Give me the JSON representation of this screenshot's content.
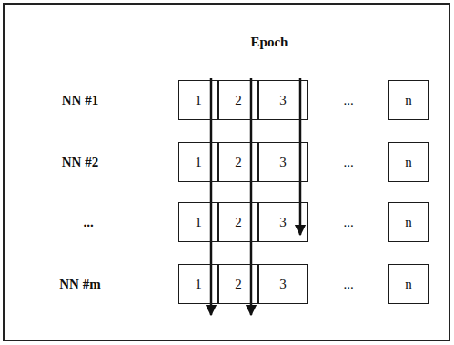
{
  "diagram": {
    "title": "Epoch",
    "nodes": [
      {
        "text": [
          "1"
        ]
      },
      {
        "text": [
          "2"
        ]
      },
      {
        "text": [
          "3"
        ]
      },
      {
        "text": [
          "n"
        ]
      },
      {
        "text": [
          "1"
        ]
      },
      {
        "text": [
          "2"
        ]
      },
      {
        "text": [
          "3"
        ]
      },
      {
        "text": [
          "n"
        ]
      },
      {
        "text": [
          "1"
        ]
      },
      {
        "text": [
          "2"
        ]
      },
      {
        "text": [
          "3"
        ]
      },
      {
        "text": [
          "n"
        ]
      },
      {
        "text": [
          "1"
        ]
      },
      {
        "text": [
          "2"
        ]
      },
      {
        "text": [
          "3"
        ]
      },
      {
        "text": [
          "n"
        ]
      }
    ],
    "edges": [
      {
        "from": 0,
        "to": 12,
        "arrow": "to"
      },
      {
        "from": 1,
        "to": 13,
        "arrow": "to"
      },
      {
        "from": 2,
        "to": 10,
        "arrow": "to"
      }
    ],
    "labels": [
      "NN #1",
      "...",
      "NN #2",
      "...",
      "...",
      "...",
      "NN #m",
      "..."
    ]
  }
}
